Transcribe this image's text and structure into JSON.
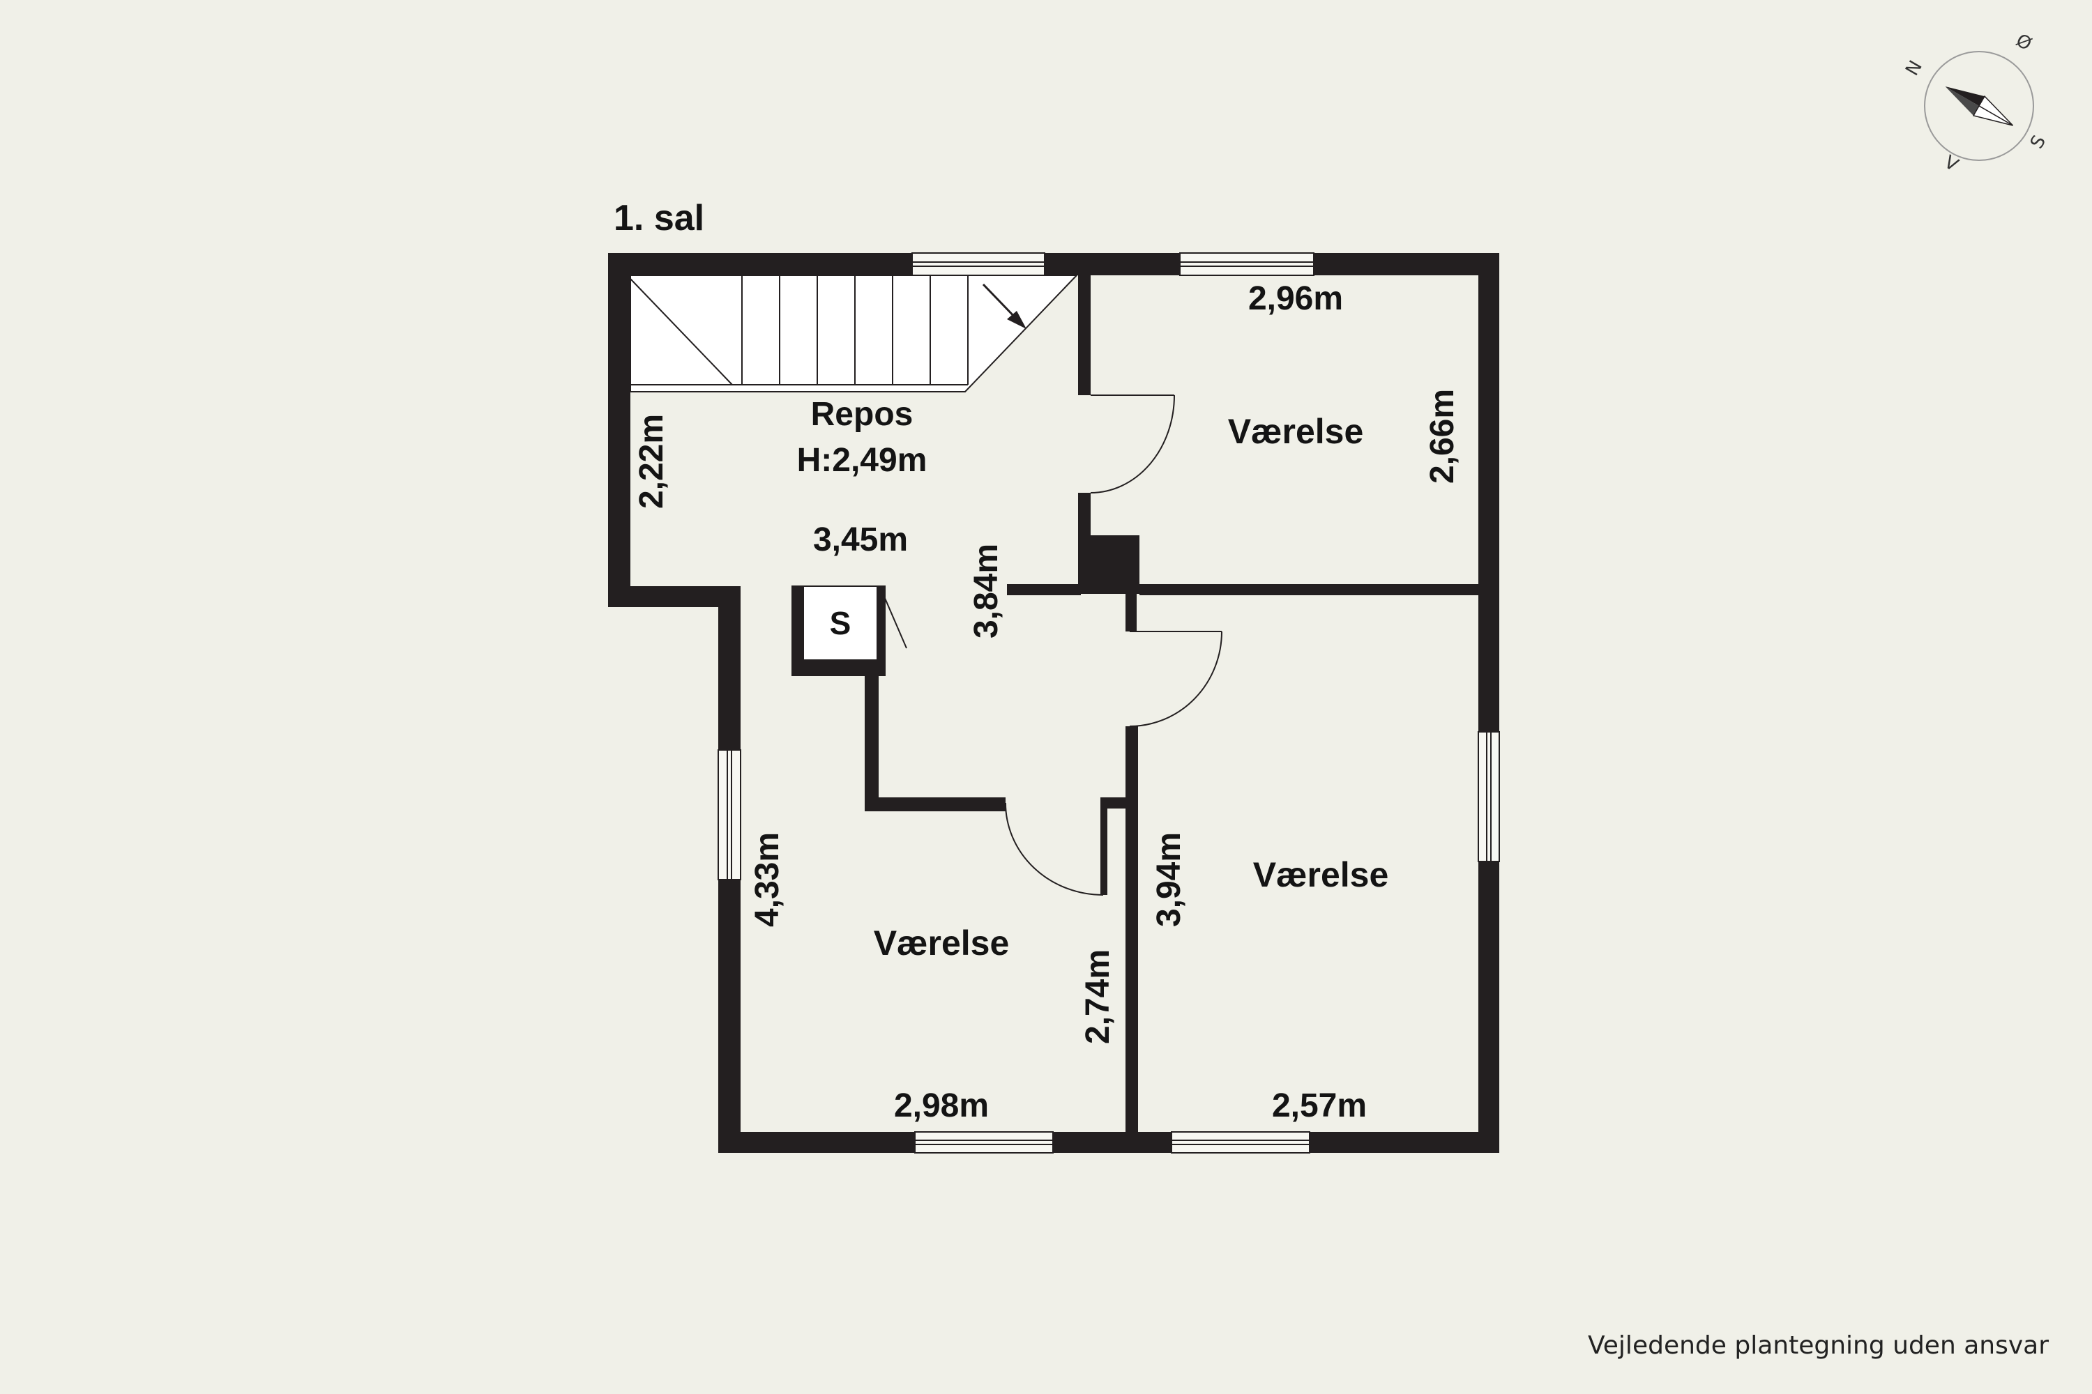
{
  "floor": {
    "title": "1. sal",
    "rooms": {
      "repos": {
        "name": "Repos",
        "height": "H:2,49m"
      },
      "room_ne": {
        "name": "Værelse"
      },
      "room_sw": {
        "name": "Værelse"
      },
      "room_se": {
        "name": "Værelse"
      }
    },
    "closet": {
      "symbol": "S"
    },
    "dimensions": {
      "repos_depth": "2,22m",
      "repos_width": "3,45m",
      "hall_length": "3,84m",
      "ne_width": "2,96m",
      "ne_depth": "2,66m",
      "sw_depth": "4,33m",
      "sw_inner_depth": "2,74m",
      "sw_width": "2,98m",
      "se_depth": "3,94m",
      "se_width": "2,57m"
    }
  },
  "compass": {
    "north": "N",
    "east": "Ø",
    "south": "S",
    "west": "V"
  },
  "disclaimer": "Vejledende plantegning uden ansvar",
  "colors": {
    "background": "#f0f0e8",
    "wall": "#231f20",
    "room_fill": "#f0f0e8"
  }
}
